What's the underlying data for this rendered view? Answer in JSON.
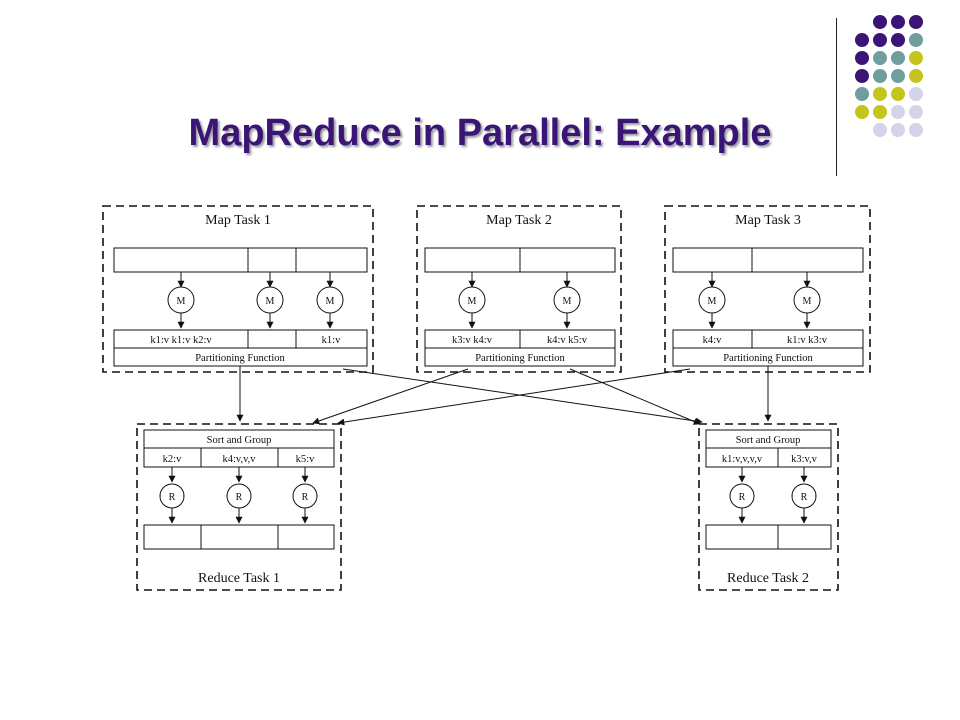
{
  "slide": {
    "title": "MapReduce in Parallel: Example"
  },
  "colors": {
    "title": "#3a1577",
    "dot_purple": "#3a1577",
    "dot_teal": "#6f9e9d",
    "dot_lime": "#c5c41c",
    "dot_lavender": "#d3d3ea"
  },
  "map_tasks": [
    {
      "title": "Map Task 1",
      "mappers": [
        "M",
        "M",
        "M"
      ],
      "outputs": [
        "k1:v k1:v k2:v",
        "",
        "k1:v"
      ],
      "partition_label": "Partitioning Function"
    },
    {
      "title": "Map Task 2",
      "mappers": [
        "M",
        "M"
      ],
      "outputs": [
        "k3:v k4:v",
        "k4:v k5:v"
      ],
      "partition_label": "Partitioning Function"
    },
    {
      "title": "Map Task 3",
      "mappers": [
        "M",
        "M"
      ],
      "outputs": [
        "k4:v",
        "k1:v k3:v"
      ],
      "partition_label": "Partitioning Function"
    }
  ],
  "reduce_tasks": [
    {
      "title": "Reduce Task 1",
      "sort_label": "Sort and Group",
      "groups": [
        "k2:v",
        "k4:v,v,v",
        "k5:v"
      ],
      "reducers": [
        "R",
        "R",
        "R"
      ]
    },
    {
      "title": "Reduce Task 2",
      "sort_label": "Sort and Group",
      "groups": [
        "k1:v,v,v,v",
        "k3:v,v"
      ],
      "reducers": [
        "R",
        "R"
      ]
    }
  ]
}
